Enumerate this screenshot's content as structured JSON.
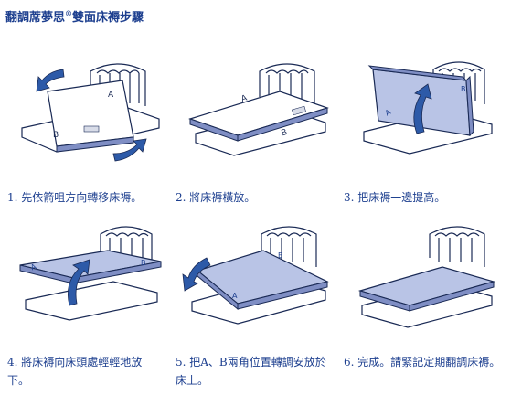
{
  "title": {
    "text": "翻調蓆夢思",
    "reg": "®",
    "rest": "雙面床褥步驟"
  },
  "labels": {
    "a": "A",
    "b": "B"
  },
  "steps": [
    {
      "caption": "1. 先依箭咀方向轉移床褥。"
    },
    {
      "caption": "2. 將床褥橫放。"
    },
    {
      "caption": "3. 把床褥一邊提高。"
    },
    {
      "caption": "4. 將床褥向床頭處輕輕地放下。"
    },
    {
      "caption": "5. 把A、B兩角位置轉調安放於床上。"
    },
    {
      "caption": "6. 完成。請緊記定期翻調床褥。"
    }
  ],
  "colors": {
    "text": "#1d3f8f",
    "mattress_blue": "#b9c4e6",
    "arrow": "#2d5aa8"
  }
}
